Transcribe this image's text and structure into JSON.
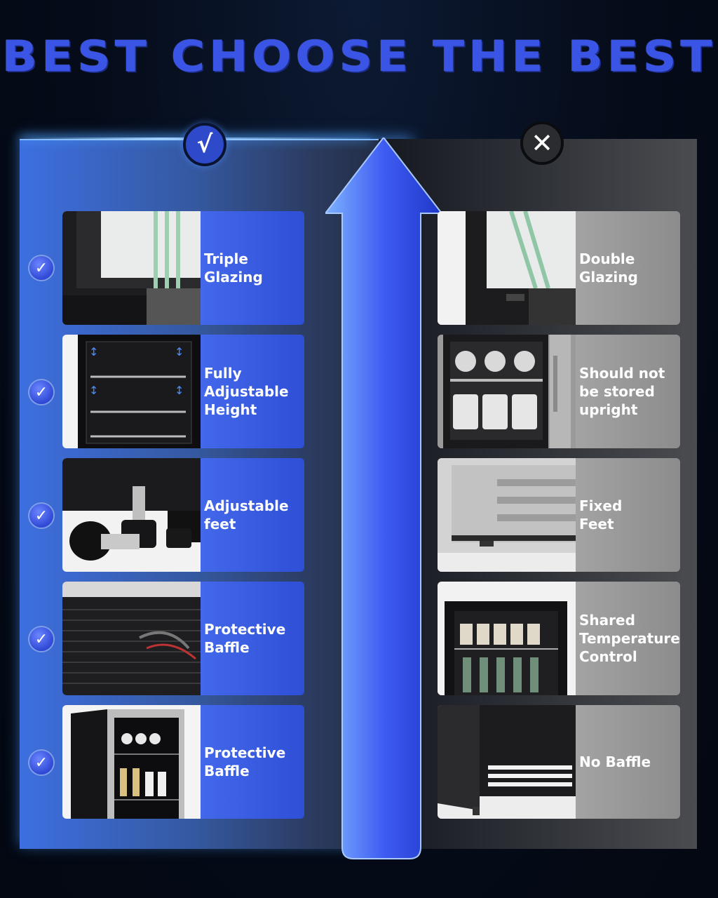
{
  "title": "BEST CHOOSE THE BEST",
  "badges": {
    "good": "√",
    "bad": "✕"
  },
  "good_items": [
    {
      "label": "Triple\nGlazing",
      "check": "✓"
    },
    {
      "label": "Fully\nAdjustable\nHeight",
      "check": "✓"
    },
    {
      "label": "Adjustable\nfeet",
      "check": "✓"
    },
    {
      "label": "Protective\nBaffle",
      "check": "✓"
    },
    {
      "label": "Protective\nBaffle",
      "check": "✓"
    }
  ],
  "bad_items": [
    {
      "label": "Double\nGlazing"
    },
    {
      "label": "Should not\nbe stored\nupright"
    },
    {
      "label": "Fixed\nFeet"
    },
    {
      "label": "Shared\nTemperature\nControl"
    },
    {
      "label": "No Baffle"
    }
  ],
  "colors": {
    "accent": "#3a55e6",
    "good_panel": "#3d6fe0",
    "bad_panel": "#2a2d33"
  }
}
